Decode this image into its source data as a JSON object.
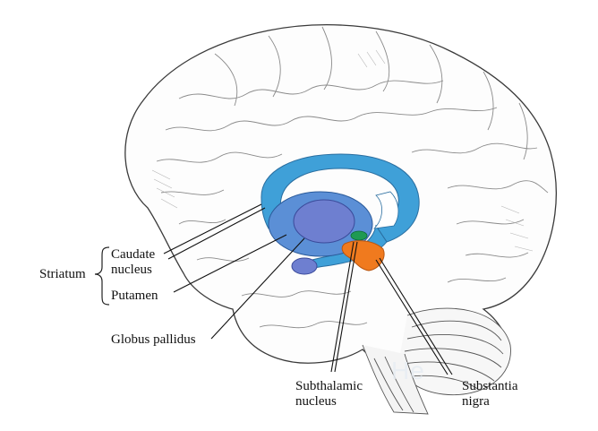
{
  "labels": {
    "striatum": "Striatum",
    "caudate": "Caudate\nnucleus",
    "putamen": "Putamen",
    "globus_pallidus": "Globus pallidus",
    "subthalamic": "Subthalamic\nnucleus",
    "substantia": "Substantia\nnigra"
  },
  "watermark": "He",
  "colors": {
    "caudate": "#3fa0d8",
    "putamen": "#5b8fd6",
    "globus_pallidus": "#6e7fd0",
    "subthalamic": "#1f9a52",
    "substantia": "#f07a1e",
    "outline": "#3a3a3a",
    "gyri_shade": "#9a9a9a"
  }
}
